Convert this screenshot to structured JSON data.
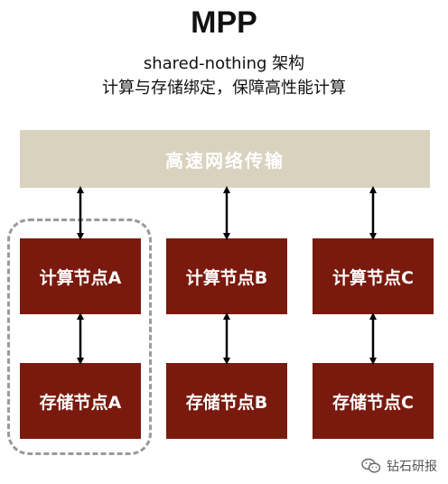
{
  "header": {
    "title": "MPP",
    "subtitle_line1": "shared-nothing 架构",
    "subtitle_line2": "计算与存储绑定，保障高性能计算"
  },
  "network": {
    "label": "高速网络传输"
  },
  "nodes": {
    "compute": [
      "计算节点A",
      "计算节点B",
      "计算节点C"
    ],
    "storage": [
      "存储节点A",
      "存储节点B",
      "存储节点C"
    ]
  },
  "watermark": {
    "label": "钻石研报",
    "icon": "wechat-icon"
  },
  "colors": {
    "network_bar": "#d8d2bf",
    "node_fill": "#7a1a0e",
    "dashed_border": "#9a9a9a"
  }
}
